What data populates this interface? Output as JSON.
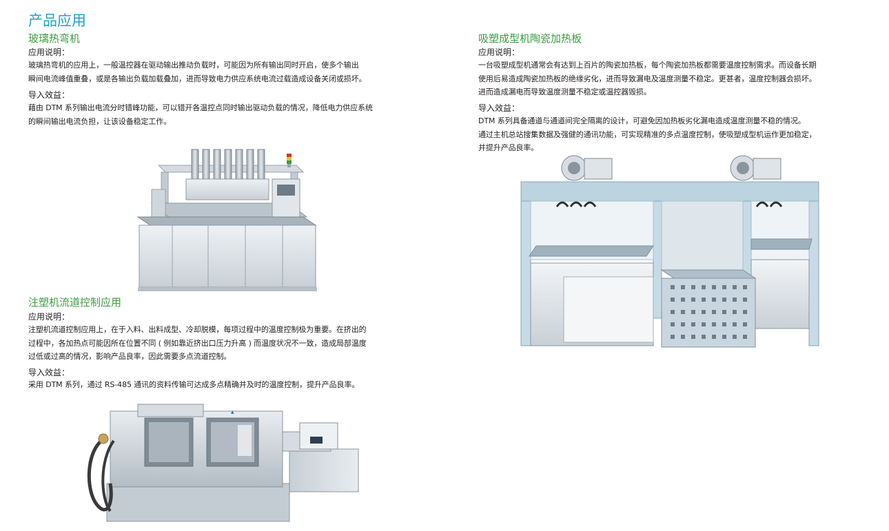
{
  "page_title": "产品应用",
  "colors": {
    "title": "#21a0c4",
    "section": "#3a9e3f",
    "text": "#231f20"
  },
  "sections": {
    "glass": {
      "title": "玻璃热弯机",
      "app_label": "应用说明：",
      "app_lines": [
        "玻璃热弯机的应用上，一般温控器在驱动输出推动负载时，可能因为所有输出同时开启，使多个输出",
        "瞬间电流峰值重叠，或是各输出负载加载叠加，进而导致电力供应系统电流过载造成设备关闭或损坏。"
      ],
      "benefit_label": "导入效益：",
      "benefit_lines": [
        "藉由 DTM 系列输出电流分时错峰功能，可以错开各温控点同时输出驱动负载的情况，降低电力供应系统",
        "的瞬间输出电流负担，让该设备稳定工作。"
      ]
    },
    "injection": {
      "title": "注塑机流道控制应用",
      "app_label": "应用说明：",
      "app_lines": [
        "注塑机流道控制应用上，在于入料、出料成型、冷却脱模，每项过程中的温度控制极为重要。在挤出的",
        "过程中，各加热点可能因所在位置不同 ( 例如靠近挤出口压力升高 ) 而温度状况不一致，造成局部温度",
        "过低或过高的情况，影响产品良率，因此需要多点流道控制。"
      ],
      "benefit_label": "导入效益：",
      "benefit_lines": [
        "采用 DTM 系列，通过 RS-485 通讯的资料传输可达成多点精确并及时的温度控制，提升产品良率。"
      ]
    },
    "ceramic": {
      "title": "吸塑成型机陶瓷加热板",
      "app_label": "应用说明：",
      "app_lines": [
        "一台吸塑成型机通常会有达到上百片的陶瓷加热板，每个陶瓷加热板都需要温度控制需求。而设备长期",
        "使用后易造成陶瓷加热板的绝缘劣化，进而导致漏电及温度测量不稳定。更甚者，温度控制器会损坏。",
        "进而造成漏电而导致温度测量不稳定或温控器毁损。"
      ],
      "benefit_label": "导入效益：",
      "benefit_lines": [
        "DTM 系列具备通道与通道间完全隔离的设计，可避免因加热板劣化漏电造成温度测量不稳的情况。",
        "通过主机总站搜集数据及强健的通讯功能，可实现精准的多点温度控制，使吸塑成型机运作更加稳定，",
        "并提升产品良率。"
      ]
    }
  }
}
